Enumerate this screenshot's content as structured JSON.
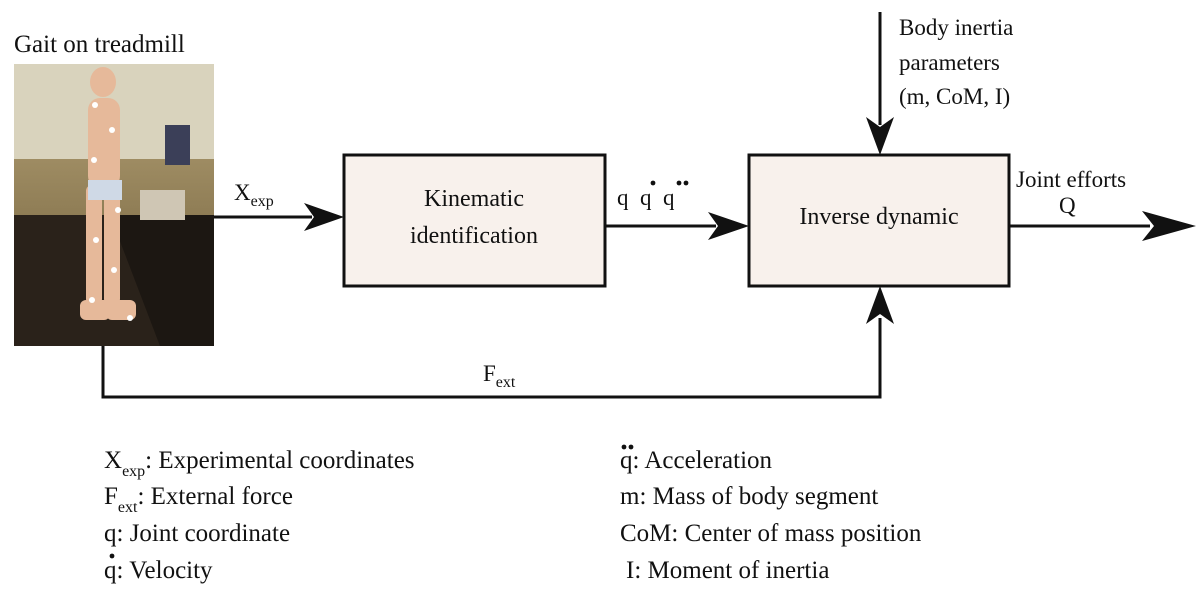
{
  "photo": {
    "caption": "Gait on treadmill",
    "description_icon": "treadmill-gait-photo-icon"
  },
  "blocks": {
    "kinematic": {
      "line1": "Kinematic",
      "line2": "identification"
    },
    "inverse": {
      "label": "Inverse dynamic"
    }
  },
  "signals": {
    "x_exp": {
      "main": "X",
      "sub": "exp"
    },
    "q_vector": "q  q  q",
    "body_inertia": {
      "line1": "Body inertia",
      "line2": "parameters",
      "line3": "(m, CoM, I)"
    },
    "output": {
      "line1": "Joint efforts",
      "line2": "Q"
    },
    "f_ext": {
      "main": "F",
      "sub": "ext"
    }
  },
  "legend": {
    "left": [
      {
        "sym": "X",
        "sub": "exp",
        "text": ": Experimental coordinates"
      },
      {
        "sym": "F",
        "sub": "ext",
        "text": ": External force"
      },
      {
        "sym": "q",
        "sub": "",
        "text": ": Joint coordinate"
      },
      {
        "sym": "q",
        "sub": "",
        "text": ": Velocity"
      }
    ],
    "right": [
      {
        "sym": "q",
        "text": ": Acceleration"
      },
      {
        "sym": "m",
        "text": ": Mass of body segment"
      },
      {
        "sym": "CoM",
        "text": ": Center of mass position"
      },
      {
        "sym": "I",
        "text": ": Moment of inertia"
      }
    ]
  },
  "colors": {
    "block_fill": "#f8f1ec",
    "stroke": "#111111"
  }
}
